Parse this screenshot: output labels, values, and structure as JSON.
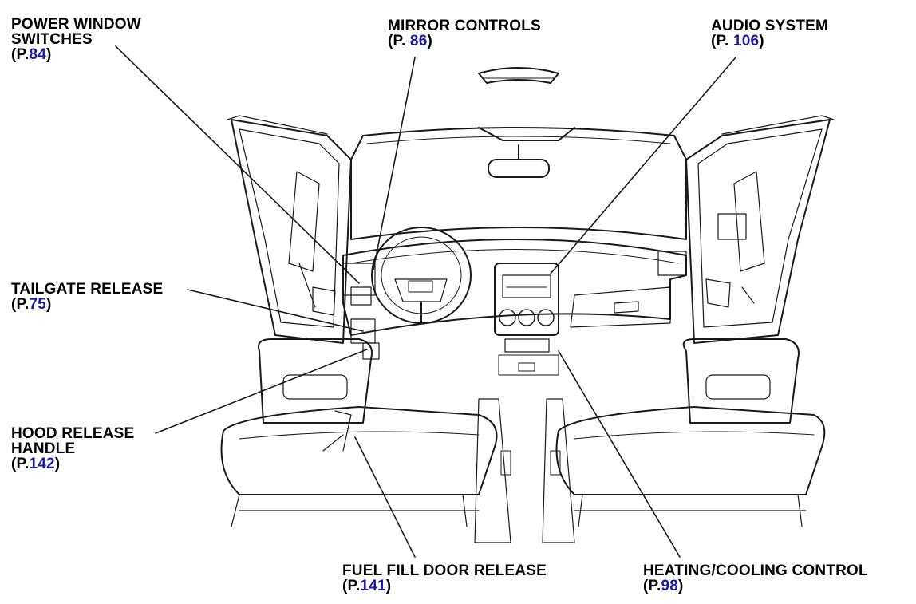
{
  "colors": {
    "label": "#000000",
    "page_link": "#1a1aa6",
    "line_art": "#1a1a1a"
  },
  "callouts": {
    "power_window": {
      "lines": [
        "POWER WINDOW",
        "SWITCHES"
      ],
      "prefix": "(P.",
      "page": "84",
      "suffix": ")"
    },
    "mirror": {
      "lines": [
        "MIRROR CONTROLS"
      ],
      "prefix": "(P. ",
      "page": "86",
      "suffix": ")"
    },
    "audio": {
      "lines": [
        "AUDIO SYSTEM"
      ],
      "prefix": "(P. ",
      "page": "106",
      "suffix": ")"
    },
    "tailgate": {
      "lines": [
        "TAILGATE RELEASE"
      ],
      "prefix": "(P.",
      "page": "75",
      "suffix": ")"
    },
    "hood": {
      "lines": [
        "HOOD RELEASE",
        "HANDLE"
      ],
      "prefix": "(P.",
      "page": "142",
      "suffix": ")"
    },
    "fuel": {
      "lines": [
        "FUEL FILL DOOR RELEASE"
      ],
      "prefix": "(P.",
      "page": "141",
      "suffix": ")"
    },
    "heating": {
      "lines": [
        "HEATING/COOLING CONTROL"
      ],
      "prefix": "(P.",
      "page": "98",
      "suffix": ")"
    }
  }
}
